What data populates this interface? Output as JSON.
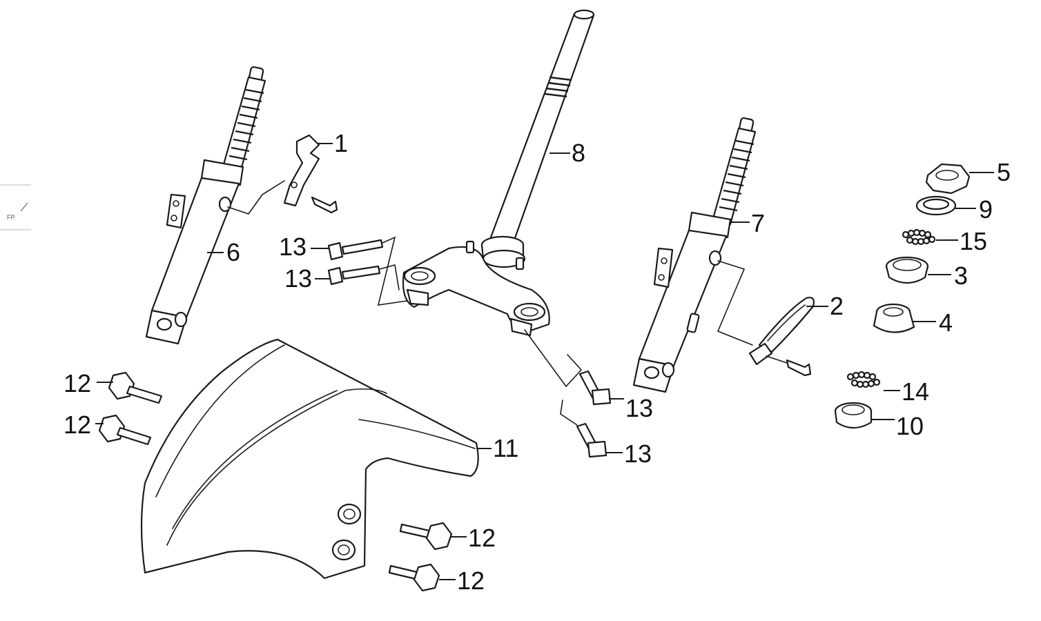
{
  "corner_mark": "FP.",
  "callouts": [
    {
      "id": "1",
      "label": "1"
    },
    {
      "id": "2",
      "label": "2"
    },
    {
      "id": "3",
      "label": "3"
    },
    {
      "id": "4",
      "label": "4"
    },
    {
      "id": "5",
      "label": "5"
    },
    {
      "id": "6",
      "label": "6"
    },
    {
      "id": "7",
      "label": "7"
    },
    {
      "id": "8",
      "label": "8"
    },
    {
      "id": "9",
      "label": "9"
    },
    {
      "id": "10",
      "label": "10"
    },
    {
      "id": "11",
      "label": "11"
    },
    {
      "id": "12a",
      "label": "12"
    },
    {
      "id": "12b",
      "label": "12"
    },
    {
      "id": "12c",
      "label": "12"
    },
    {
      "id": "12d",
      "label": "12"
    },
    {
      "id": "13a",
      "label": "13"
    },
    {
      "id": "13b",
      "label": "13"
    },
    {
      "id": "13c",
      "label": "13"
    },
    {
      "id": "13d",
      "label": "13"
    },
    {
      "id": "14",
      "label": "14"
    },
    {
      "id": "15",
      "label": "15"
    }
  ],
  "colors": {
    "line": "#1a1a1a",
    "background": "#ffffff"
  }
}
